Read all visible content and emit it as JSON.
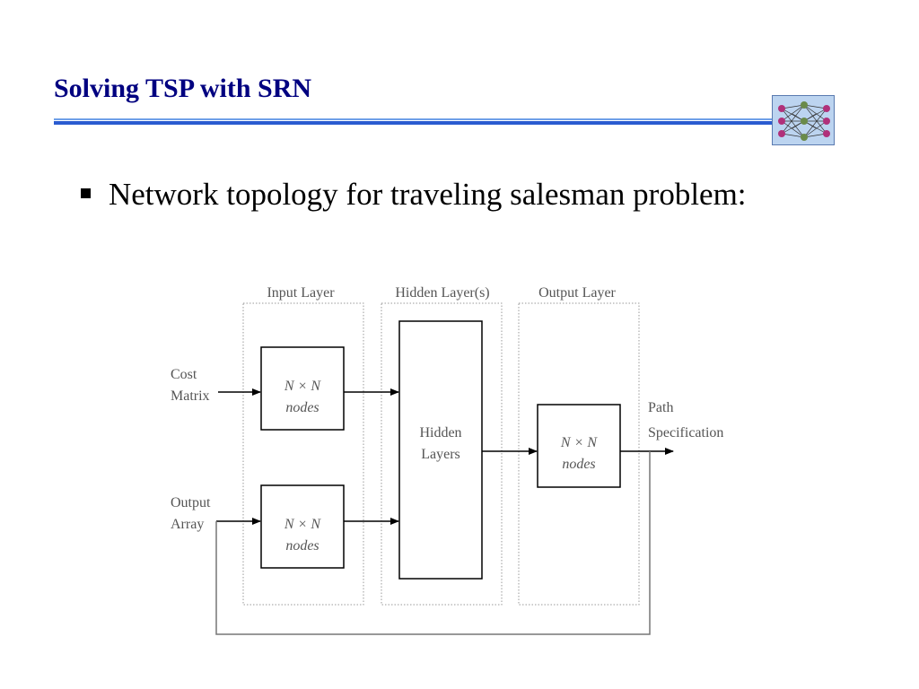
{
  "slide": {
    "title": "Solving TSP with SRN",
    "bullet": "Network topology for traveling salesman problem:"
  },
  "diagram": {
    "layers": {
      "input": "Input Layer",
      "hidden": "Hidden Layer(s)",
      "output": "Output Layer"
    },
    "inputs": {
      "cost_line1": "Cost",
      "cost_line2": "Matrix",
      "output_line1": "Output",
      "output_line2": "Array"
    },
    "output_label": {
      "line1": "Path",
      "line2": "Specification"
    },
    "node_box": {
      "top_line": "N × N",
      "bottom_line": "nodes"
    },
    "hidden_box": {
      "line1": "Hidden",
      "line2": "Layers"
    }
  },
  "colors": {
    "title": "#000080",
    "rule_dark": "#2a5bd0",
    "rule_light": "#6fa0e8",
    "label_gray": "#555555",
    "dotted_border": "#9a9a9a"
  },
  "icons": {
    "logo": "neural-network-logo-icon",
    "bullet": "square-bullet-icon"
  }
}
